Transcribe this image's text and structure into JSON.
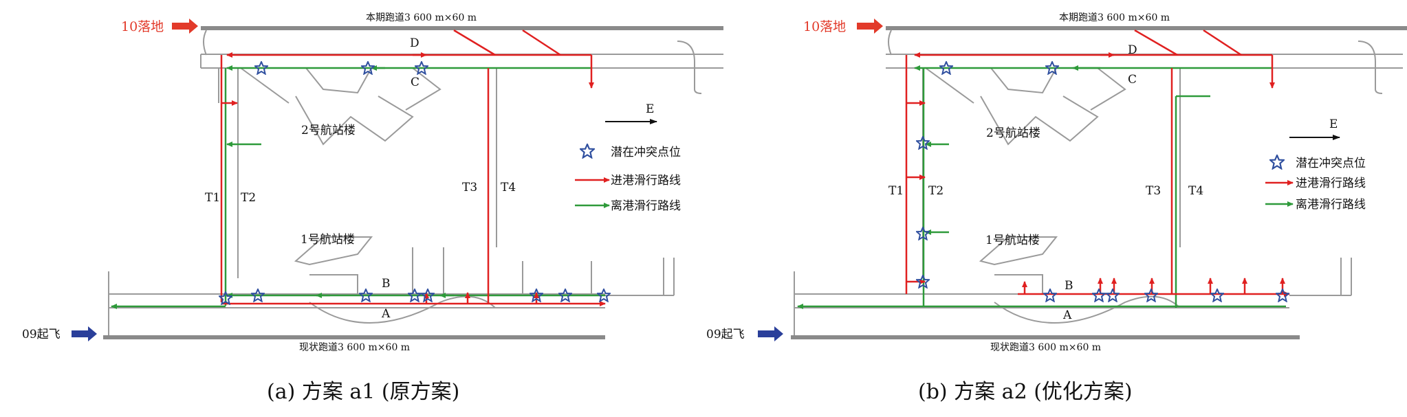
{
  "colors": {
    "arrival": "#e02020",
    "departure": "#2e9a3a",
    "conflict_star": "#2f4f9f",
    "taxiway": "#9a9a9a",
    "runway": "#8a8a8a",
    "landing_arrow": "#e23a2a",
    "takeoff_arrow": "#2a3f9a"
  },
  "panels": [
    {
      "caption": "(a)  方案 a1 (原方案)",
      "landing_label": "10落地",
      "takeoff_label": "09起飞",
      "north_runway": "本期跑道3 600 m×60 m",
      "south_runway": "现状跑道3 600 m×60 m",
      "terminal1": "1号航站楼",
      "terminal2": "2号航站楼",
      "taxiways": {
        "t1": "T1",
        "t2": "T2",
        "t3": "T3",
        "t4": "T4"
      },
      "points": {
        "a": "A",
        "b": "B",
        "c": "C",
        "d": "D"
      },
      "east": "E",
      "legend": {
        "conflict": "潜在冲突点位",
        "arrival": "进港滑行路线",
        "departure": "离港滑行路线"
      }
    },
    {
      "caption": "(b)  方案 a2 (优化方案)",
      "landing_label": "10落地",
      "takeoff_label": "09起飞",
      "north_runway": "本期跑道3 600 m×60 m",
      "south_runway": "现状跑道3 600 m×60 m",
      "terminal1": "1号航站楼",
      "terminal2": "2号航站楼",
      "taxiways": {
        "t1": "T1",
        "t2": "T2",
        "t3": "T3",
        "t4": "T4"
      },
      "points": {
        "a": "A",
        "b": "B",
        "c": "C",
        "d": "D"
      },
      "east": "E",
      "legend": {
        "conflict": "潜在冲突点位",
        "arrival": "进港滑行路线",
        "departure": "离港滑行路线"
      }
    }
  ]
}
